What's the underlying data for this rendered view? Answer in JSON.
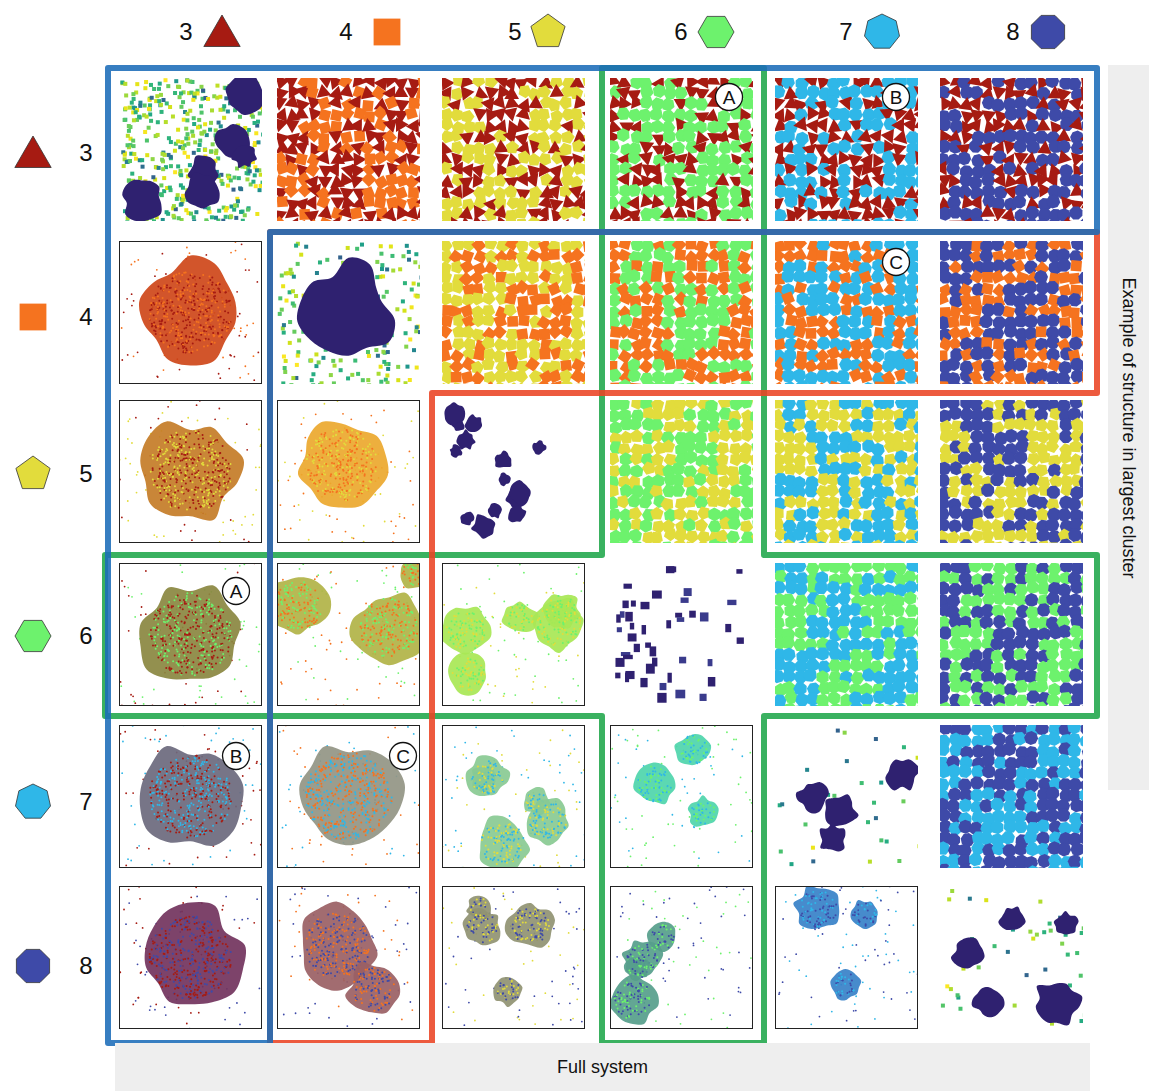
{
  "diagram": {
    "nodes": [
      {
        "text": [
          "A"
        ]
      },
      {
        "text": [
          "B"
        ]
      },
      {
        "text": [
          "C"
        ]
      },
      {
        "text": [
          "Example of structure in largest cluster"
        ]
      },
      {
        "text": [
          "A"
        ]
      },
      {
        "text": [
          "B"
        ]
      },
      {
        "text": [
          "C"
        ]
      },
      {
        "text": [
          "Full system"
        ]
      }
    ],
    "labels": [
      "3",
      "4",
      "5",
      "6",
      "7",
      "8",
      "3",
      "4",
      "5",
      "6",
      "7",
      "8"
    ]
  }
}
